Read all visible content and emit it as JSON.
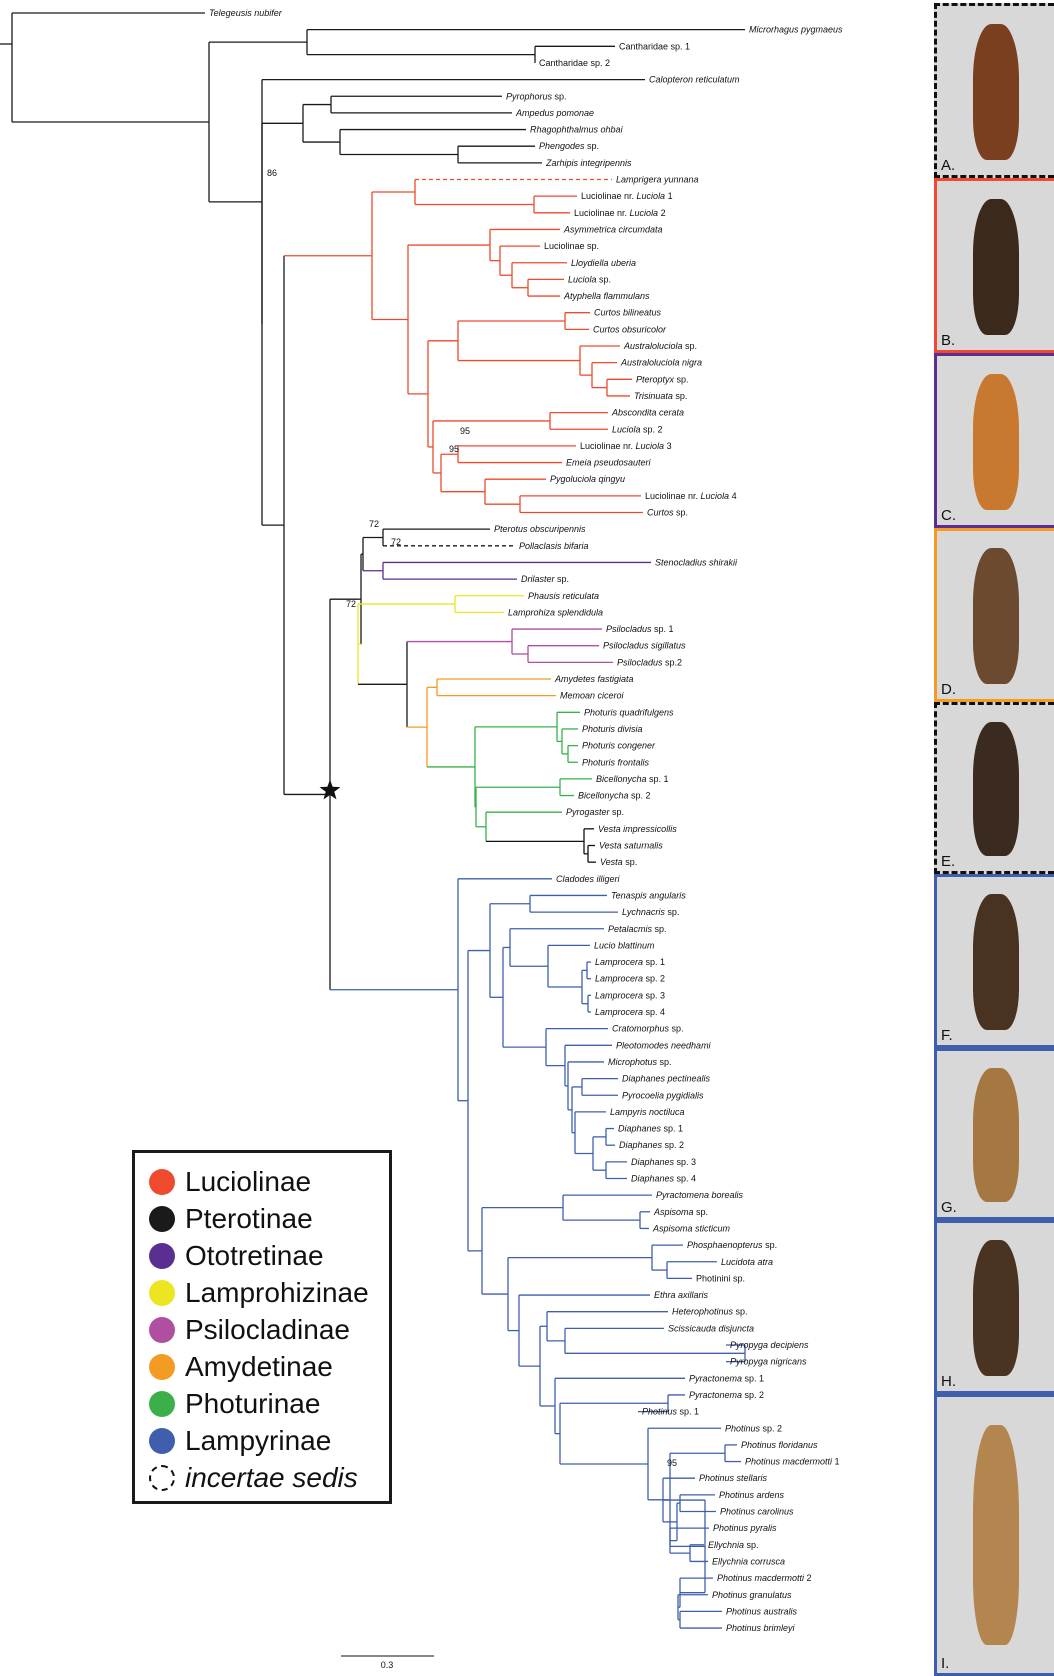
{
  "colors": {
    "Luciolinae": "#ef4a2d",
    "Pterotinae": "#1a1a1a",
    "Ototretinae": "#5b2e91",
    "Lamprohizinae": "#eee522",
    "Psilocladinae": "#b04fa0",
    "Amydetinae": "#f49b23",
    "Photurinae": "#3bb04a",
    "Lampyrinae": "#3f5fae",
    "outgroup": "#1a1a1a"
  },
  "tips": [
    {
      "name": "Telegeusis nubifer",
      "italic": "full"
    },
    {
      "name": "Microrhagus pygmaeus",
      "italic": "full"
    },
    {
      "name": "Cantharidae sp. 1",
      "italic": "none"
    },
    {
      "name": "Cantharidae sp. 2",
      "italic": "none"
    },
    {
      "name": "Calopteron reticulatum",
      "italic": "full"
    },
    {
      "name": "Pyrophorus sp.",
      "italic": "genus"
    },
    {
      "name": "Ampedus pomonae",
      "italic": "full"
    },
    {
      "name": "Rhagophthalmus ohbai",
      "italic": "full"
    },
    {
      "name": "Phengodes sp.",
      "italic": "genus"
    },
    {
      "name": "Zarhipis integripennis",
      "italic": "full"
    },
    {
      "name": "Lamprigera yunnana",
      "italic": "full"
    },
    {
      "name": "Luciolinae nr. Luciola 1",
      "italic": "nr"
    },
    {
      "name": "Luciolinae nr. Luciola 2",
      "italic": "nr"
    },
    {
      "name": "Asymmetrica circumdata",
      "italic": "full"
    },
    {
      "name": "Luciolinae sp.",
      "italic": "none"
    },
    {
      "name": "Lloydiella uberia",
      "italic": "full"
    },
    {
      "name": "Luciola sp.",
      "italic": "genus"
    },
    {
      "name": "Atyphella flammulans",
      "italic": "full"
    },
    {
      "name": "Curtos bilineatus",
      "italic": "full"
    },
    {
      "name": "Curtos obsuricolor",
      "italic": "full"
    },
    {
      "name": "Australoluciola sp.",
      "italic": "genus"
    },
    {
      "name": "Australoluciola nigra",
      "italic": "full"
    },
    {
      "name": "Pteroptyx sp.",
      "italic": "genus"
    },
    {
      "name": "Trisinuata sp.",
      "italic": "genus"
    },
    {
      "name": "Abscondita cerata",
      "italic": "full"
    },
    {
      "name": "Luciola sp. 2",
      "italic": "genus"
    },
    {
      "name": "Luciolinae nr. Luciola 3",
      "italic": "nr"
    },
    {
      "name": "Emeia pseudosauteri",
      "italic": "full"
    },
    {
      "name": "Pygoluciola qingyu",
      "italic": "full"
    },
    {
      "name": "Luciolinae nr. Luciola 4",
      "italic": "nr"
    },
    {
      "name": "Curtos sp.",
      "italic": "genus"
    },
    {
      "name": "Pterotus obscuripennis",
      "italic": "full"
    },
    {
      "name": "Pollaclasis bifaria",
      "italic": "full"
    },
    {
      "name": "Stenocladius shirakii",
      "italic": "full"
    },
    {
      "name": "Drilaster sp.",
      "italic": "genus"
    },
    {
      "name": "Phausis reticulata",
      "italic": "full"
    },
    {
      "name": "Lamprohiza splendidula",
      "italic": "full"
    },
    {
      "name": "Psilocladus sp. 1",
      "italic": "genus"
    },
    {
      "name": "Psilocladus sigillatus",
      "italic": "full"
    },
    {
      "name": "Psilocladus sp.2",
      "italic": "genus"
    },
    {
      "name": "Amydetes fastigiata",
      "italic": "full"
    },
    {
      "name": "Memoan ciceroi",
      "italic": "full"
    },
    {
      "name": "Photuris quadrifulgens",
      "italic": "full"
    },
    {
      "name": "Photuris divisia",
      "italic": "full"
    },
    {
      "name": "Photuris congener",
      "italic": "full"
    },
    {
      "name": "Photuris frontalis",
      "italic": "full"
    },
    {
      "name": "Bicellonycha sp. 1",
      "italic": "genus"
    },
    {
      "name": "Bicellonycha sp. 2",
      "italic": "genus"
    },
    {
      "name": "Pyrogaster sp.",
      "italic": "genus"
    },
    {
      "name": "Vesta impressicollis",
      "italic": "full"
    },
    {
      "name": "Vesta saturnalis",
      "italic": "full"
    },
    {
      "name": "Vesta sp.",
      "italic": "genus"
    },
    {
      "name": "Cladodes illigeri",
      "italic": "full"
    },
    {
      "name": "Tenaspis angularis",
      "italic": "full"
    },
    {
      "name": "Lychnacris sp.",
      "italic": "genus"
    },
    {
      "name": "Petalacmis sp.",
      "italic": "genus"
    },
    {
      "name": "Lucio blattinum",
      "italic": "full"
    },
    {
      "name": "Lamprocera sp. 1",
      "italic": "genus"
    },
    {
      "name": "Lamprocera sp. 2",
      "italic": "genus"
    },
    {
      "name": "Lamprocera sp. 3",
      "italic": "genus"
    },
    {
      "name": "Lamprocera sp. 4",
      "italic": "genus"
    },
    {
      "name": "Cratomorphus sp.",
      "italic": "genus"
    },
    {
      "name": "Pleotomodes needhami",
      "italic": "full"
    },
    {
      "name": "Microphotus sp.",
      "italic": "genus"
    },
    {
      "name": "Diaphanes pectinealis",
      "italic": "full"
    },
    {
      "name": "Pyrocoelia pygidialis",
      "italic": "full"
    },
    {
      "name": "Lampyris noctiluca",
      "italic": "full"
    },
    {
      "name": "Diaphanes sp. 1",
      "italic": "genus"
    },
    {
      "name": "Diaphanes sp. 2",
      "italic": "genus"
    },
    {
      "name": "Diaphanes sp. 3",
      "italic": "genus"
    },
    {
      "name": "Diaphanes sp. 4",
      "italic": "genus"
    },
    {
      "name": "Pyractomena borealis",
      "italic": "full"
    },
    {
      "name": "Aspisoma sp.",
      "italic": "genus"
    },
    {
      "name": "Aspisoma sticticum",
      "italic": "full"
    },
    {
      "name": "Phosphaenopterus sp.",
      "italic": "genus"
    },
    {
      "name": "Lucidota atra",
      "italic": "full"
    },
    {
      "name": "Photinini sp.",
      "italic": "none"
    },
    {
      "name": "Ethra axillaris",
      "italic": "full"
    },
    {
      "name": "Heterophotinus sp.",
      "italic": "genus"
    },
    {
      "name": "Scissicauda disjuncta",
      "italic": "full"
    },
    {
      "name": "Pyropyga decipiens",
      "italic": "full"
    },
    {
      "name": "Pyropyga nigricans",
      "italic": "full"
    },
    {
      "name": "Pyractonema sp. 1",
      "italic": "genus"
    },
    {
      "name": "Pyractonema sp. 2",
      "italic": "genus"
    },
    {
      "name": "Photinus sp. 1",
      "italic": "genus"
    },
    {
      "name": "Photinus sp. 2",
      "italic": "genus"
    },
    {
      "name": "Photinus floridanus",
      "italic": "full"
    },
    {
      "name": "Photinus macdermotti 1",
      "italic": "genus2"
    },
    {
      "name": "Photinus stellaris",
      "italic": "full"
    },
    {
      "name": "Photinus ardens",
      "italic": "full"
    },
    {
      "name": "Photinus carolinus",
      "italic": "full"
    },
    {
      "name": "Photinus pyralis",
      "italic": "full"
    },
    {
      "name": "Ellychnia sp.",
      "italic": "genus"
    },
    {
      "name": "Ellychnia corrusca",
      "italic": "full"
    },
    {
      "name": "Photinus macdermotti 2",
      "italic": "genus2"
    },
    {
      "name": "Photinus granulatus",
      "italic": "full"
    },
    {
      "name": "Photinus australis",
      "italic": "full"
    },
    {
      "name": "Photinus brimleyi",
      "italic": "full"
    }
  ],
  "support_values": [
    "86",
    "95",
    "95",
    "72",
    "72",
    "72",
    "95"
  ],
  "scale_bar": {
    "label": "0.3"
  },
  "legend": [
    {
      "label": "Luciolinae",
      "color": "#ef4a2d",
      "style": "solid"
    },
    {
      "label": "Pterotinae",
      "color": "#1a1a1a",
      "style": "solid"
    },
    {
      "label": "Ototretinae",
      "color": "#5b2e91",
      "style": "solid"
    },
    {
      "label": "Lamprohizinae",
      "color": "#eee522",
      "style": "solid"
    },
    {
      "label": "Psilocladinae",
      "color": "#b04fa0",
      "style": "solid"
    },
    {
      "label": "Amydetinae",
      "color": "#f49b23",
      "style": "solid"
    },
    {
      "label": "Photurinae",
      "color": "#3bb04a",
      "style": "solid"
    },
    {
      "label": "Lampyrinae",
      "color": "#3f5fae",
      "style": "solid"
    },
    {
      "label": "incertae sedis",
      "color": "#111111",
      "style": "dashed"
    }
  ],
  "photos": [
    {
      "label": "A.",
      "border": "dashed",
      "color": "#111111",
      "body": "#7a3f1f"
    },
    {
      "label": "B.",
      "border": "solid",
      "color": "#ef4a2d",
      "body": "#3b2a1c"
    },
    {
      "label": "C.",
      "border": "solid",
      "color": "#5b2e91",
      "body": "#c8782f"
    },
    {
      "label": "D.",
      "border": "solid",
      "color": "#f49b23",
      "body": "#6b4a30"
    },
    {
      "label": "E.",
      "border": "dashed",
      "color": "#111111",
      "body": "#3b2a1f"
    },
    {
      "label": "F.",
      "border": "solid",
      "color": "#3f5fae",
      "body": "#4a3220"
    },
    {
      "label": "G.",
      "border": "solid",
      "color": "#3f5fae",
      "body": "#a57842"
    },
    {
      "label": "H.",
      "border": "solid",
      "color": "#3f5fae",
      "body": "#4b3322"
    },
    {
      "label": "I.",
      "border": "solid",
      "color": "#3f5fae",
      "body": "#b2864e"
    }
  ]
}
